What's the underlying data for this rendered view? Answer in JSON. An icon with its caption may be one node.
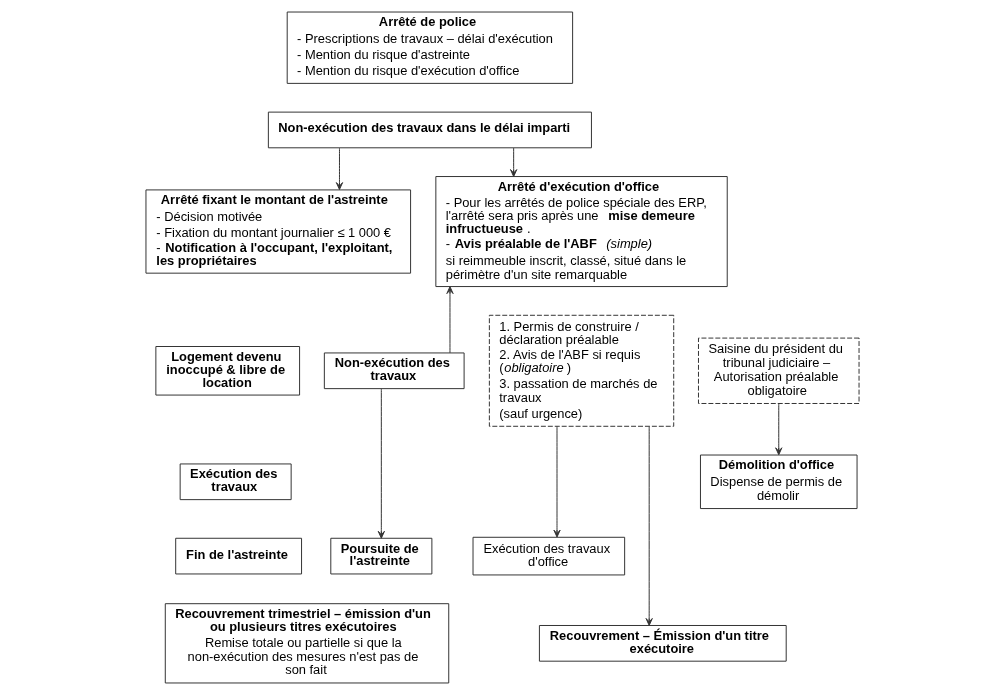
{
  "diagram": {
    "nodes": [
      {
        "text": [
          "Arrêté de police",
          "- Prescriptions de travaux – délai d'exécution",
          "- Mention du risque d'astreinte",
          "- Mention du risque d'exécution d'office"
        ]
      },
      {
        "text": [
          "Non-exécution des travaux dans le délai imparti"
        ]
      },
      {
        "text": [
          "Arrêté fixant le montant de l'astreinte",
          "- Décision motivée",
          "- Fixation du montant journalier ≤ 1 000 €",
          "- **Notification à l'occupant, l'exploitant, les propriétaires**"
        ]
      },
      {
        "text": [
          "Logement devenu inoccupé & libre de location"
        ]
      },
      {
        "text": [
          "Non-exécution des travaux"
        ]
      },
      {
        "text": [
          "Exécution des travaux"
        ]
      },
      {
        "text": [
          "Fin de l'astreinte"
        ]
      },
      {
        "text": [
          "Poursuite de l'astreinte"
        ]
      },
      {
        "text": [
          "Recouvrement trimestriel – émission d'un ou plusieurs titres exécutoires",
          "Remise totale ou partielle si que la non-exécution des mesures n'est pas de son fait"
        ]
      },
      {
        "text": [
          "Arrêté d'exécution d'office",
          "- Pour les arrêtés de police spéciale des ERP, l'arrêté sera pris après une **mise demeure infructueuse**.",
          "- **Avis préalable de l'ABF** *(simple)*",
          "si reimmeuble inscrit, classé, situé dans le périmètre d'un site remarquable"
        ]
      },
      {
        "text": [
          "1. Permis de construire / déclaration préalable",
          "2. Avis de l'ABF si requis (*obligatoire*)",
          "3. passation de marchés de travaux",
          "(sauf urgence)"
        ]
      },
      {
        "text": [
          "Saisine du président du tribunal judiciaire – Autorisation préalable obligatoire"
        ]
      },
      {
        "text": [
          "Exécution des travaux d'office"
        ]
      },
      {
        "text": [
          "Démolition d'office",
          "Dispense de permis de démolir"
        ]
      },
      {
        "text": [
          "Recouvrement – Émission d'un titre exécutoire"
        ]
      }
    ],
    "edges": [
      {
        "from": 1,
        "to": 2,
        "arrow": "to"
      },
      {
        "from": 1,
        "to": 9,
        "arrow": "to"
      },
      {
        "from": 4,
        "to": 9,
        "arrow": "to"
      },
      {
        "from": 4,
        "to": 7,
        "arrow": "to"
      },
      {
        "from": 10,
        "to": 12,
        "arrow": "to"
      },
      {
        "from": 11,
        "to": 13,
        "arrow": "to"
      },
      {
        "from": 10,
        "to": 14,
        "arrow": "to"
      }
    ]
  }
}
